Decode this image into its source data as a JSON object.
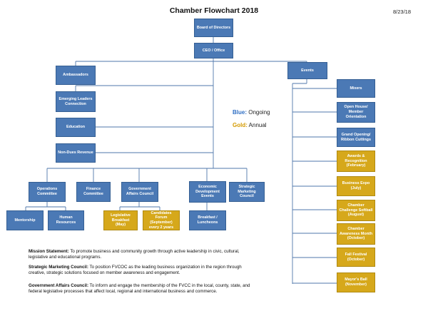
{
  "title": "Chamber Flowchart 2018",
  "date": "8/23/18",
  "boxes": {
    "board": [
      "Board of Directors"
    ],
    "ceo": [
      "CEO / Office"
    ],
    "ambassadors": [
      "Ambassadors"
    ],
    "emerging": [
      "Emerging Leaders",
      "Connection"
    ],
    "education": [
      "Education"
    ],
    "nondues": [
      "Non-Dues Revenue"
    ],
    "events": [
      "Events"
    ],
    "mixers": [
      "Mixers"
    ],
    "openhouse": [
      "Open House/",
      "Member",
      "Orientation"
    ],
    "grandopening": [
      "Grand Opening/",
      "Ribbon Cuttings"
    ],
    "awards": [
      "Awards &",
      "Recognition",
      "(February)"
    ],
    "bizexpo": [
      "Business Expo",
      "(July)"
    ],
    "softball": [
      "Chamber",
      "Challenge Softball",
      "(August)"
    ],
    "awareness": [
      "Chamber",
      "Awareness Month",
      "(October)"
    ],
    "fallfest": [
      "Fall Festival",
      "(October)"
    ],
    "mayorsball": [
      "Mayor's Ball",
      "(November)"
    ],
    "operations": [
      "Operations",
      "Committee"
    ],
    "finance": [
      "Finance",
      "Committee"
    ],
    "govaffairs": [
      "Government",
      "Affairs Council"
    ],
    "econdev": [
      "Economic",
      "Development",
      "Events"
    ],
    "stratmkt": [
      "Strategic",
      "Marketing",
      "Council"
    ],
    "mentorship": [
      "Mentorship"
    ],
    "hr": [
      "Human Resources"
    ],
    "legbreakfast": [
      "Legislative",
      "Breakfast",
      "(May)"
    ],
    "candforum": [
      "Candidates Forum",
      "(September)",
      "every 2 years"
    ],
    "breakfast": [
      "Breakfast /",
      "Luncheons"
    ]
  },
  "legend": {
    "blue_label": "Blue:",
    "blue_text": "Ongoing",
    "gold_label": "Gold:",
    "gold_text": "Annual"
  },
  "notes": [
    {
      "label": "Mission Statement:",
      "text": "To promote business and community growth through active leadership in civic, cultural, legislative and educational programs."
    },
    {
      "label": "Strategic Marketing Council:",
      "text": "To position FVCOC as the leading business organization in the region through creative, strategic solutions focused on member awareness and engagement."
    },
    {
      "label": "Government Affairs Council:",
      "text": "To inform and engage the membership of the FVCC in the local, county, state, and federal legislative processes that affect local, regional and international business and commerce."
    }
  ],
  "colors": {
    "ongoing": "#4b79b5",
    "annual": "#d6a81b",
    "connector": "#4f77ab"
  }
}
